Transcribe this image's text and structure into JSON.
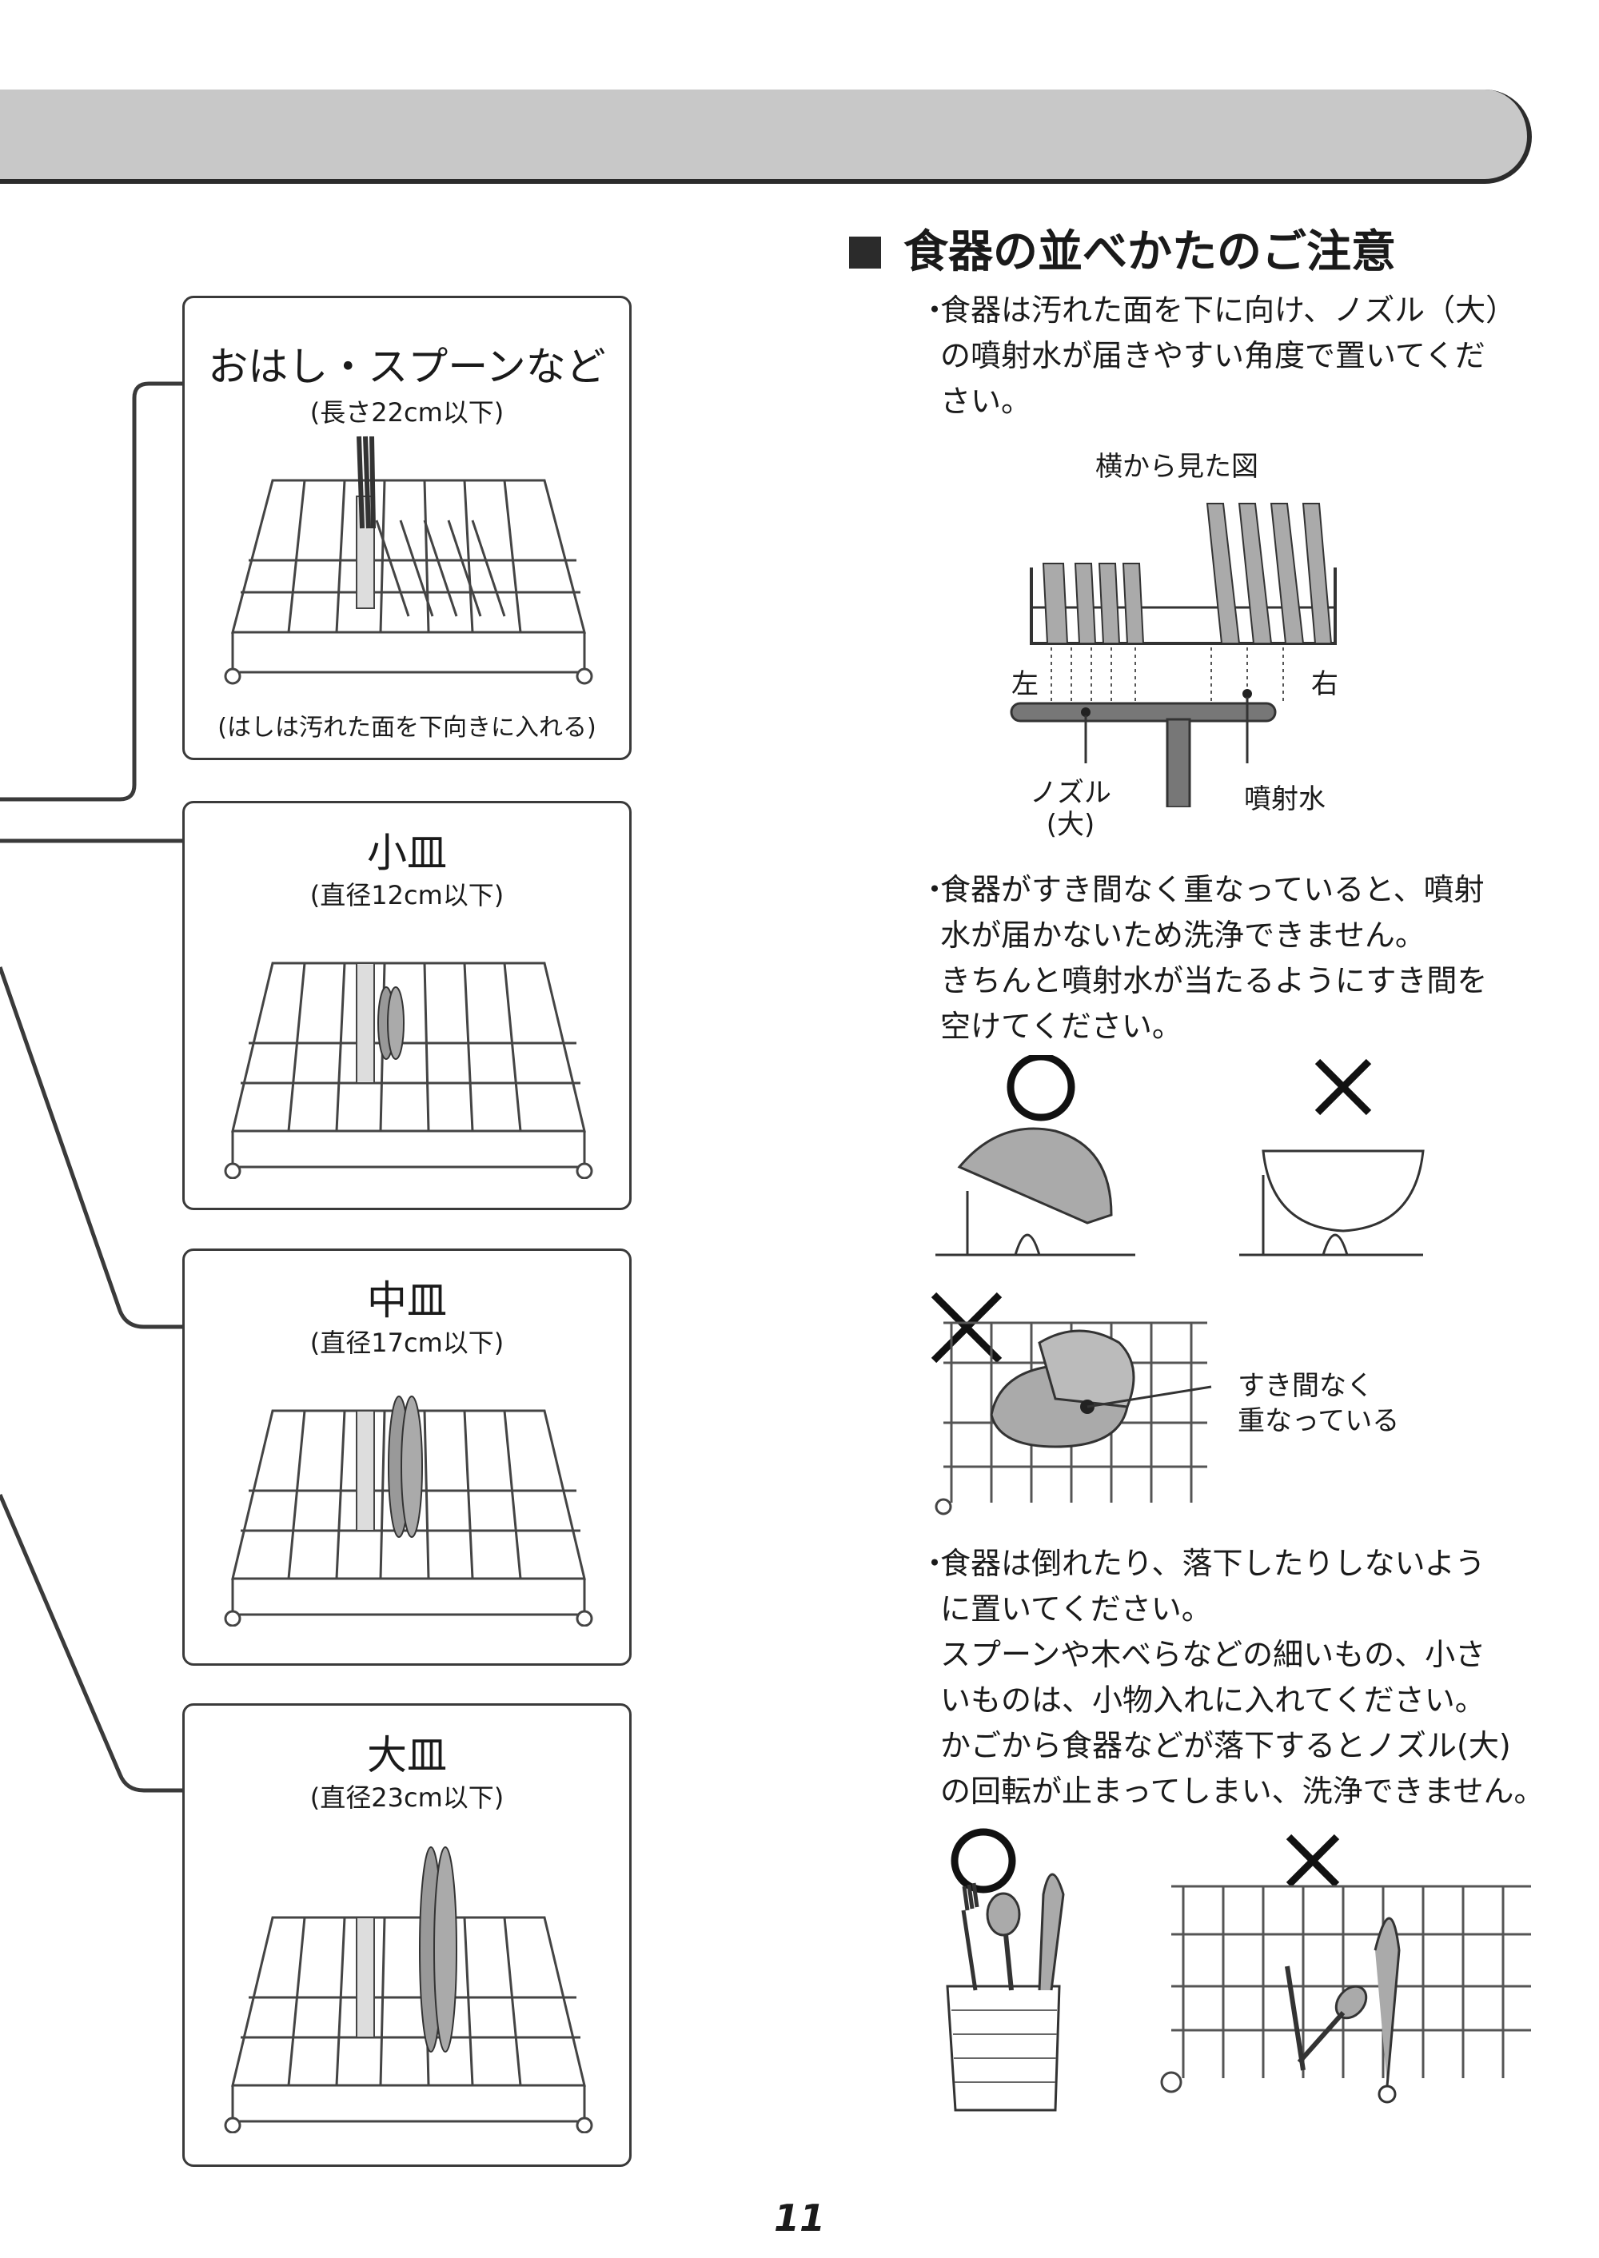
{
  "section": {
    "title": "食器の並べかたのご注意"
  },
  "cards": [
    {
      "title": "おはし・スプーンなど",
      "sub": "(長さ22cm以下)",
      "note": "(はしは汚れた面を下向きに入れる)"
    },
    {
      "title": "小皿",
      "sub": "(直径12cm以下)"
    },
    {
      "title": "中皿",
      "sub": "(直径17cm以下)"
    },
    {
      "title": "大皿",
      "sub": "(直径23cm以下)"
    }
  ],
  "bullets": [
    {
      "lines": [
        "食器は汚れた面を下に向け、ノズル（大）",
        "の噴射水が届きやすい角度で置いてくだ",
        "さい。"
      ]
    },
    {
      "lines": [
        "食器がすき間なく重なっていると、噴射",
        "水が届かないため洗浄できません。",
        "きちんと噴射水が当たるようにすき間を",
        "空けてください。"
      ]
    },
    {
      "lines": [
        "食器は倒れたり、落下したりしないよう",
        "に置いてください。",
        "スプーンや木べらなどの細いもの、小さ",
        "いものは、小物入れに入れてください。",
        "かごから食器などが落下するとノズル(大)",
        "の回転が止まってしまい、洗浄できません。"
      ]
    }
  ],
  "diagram": {
    "title": "横から見た図",
    "left": "左",
    "right": "右",
    "nozzle": [
      "ノズル",
      "(大)"
    ],
    "spray": "噴射水"
  },
  "stack_label": [
    "すき間なく",
    "重なっている"
  ],
  "marks": {
    "ok": "○",
    "ng": "×"
  },
  "page_number": "11"
}
